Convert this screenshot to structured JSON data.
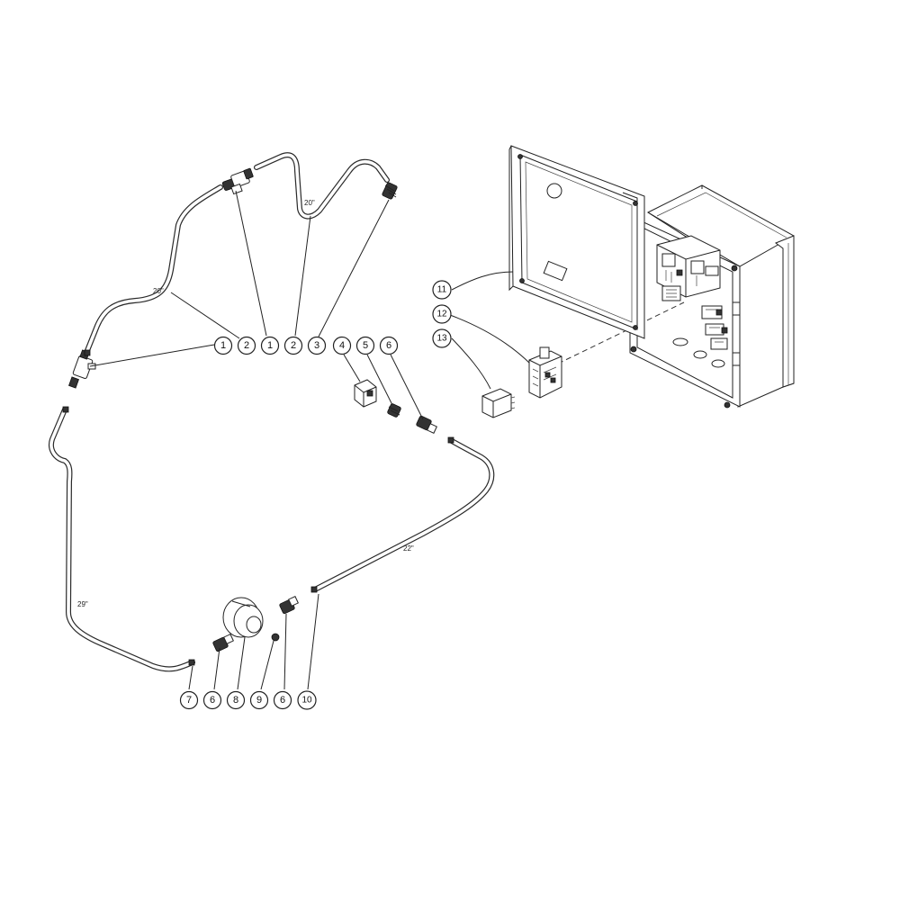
{
  "dimensions": {
    "d1": "20\"",
    "d2": "20\"",
    "d3": "22\"",
    "d4": "29\""
  },
  "callouts": {
    "top_row": [
      "1",
      "2",
      "1",
      "2",
      "3",
      "4",
      "5",
      "6"
    ],
    "bottom_row": [
      "7",
      "6",
      "8",
      "9",
      "6",
      "10"
    ],
    "enclosure": [
      "11",
      "12",
      "13"
    ]
  }
}
